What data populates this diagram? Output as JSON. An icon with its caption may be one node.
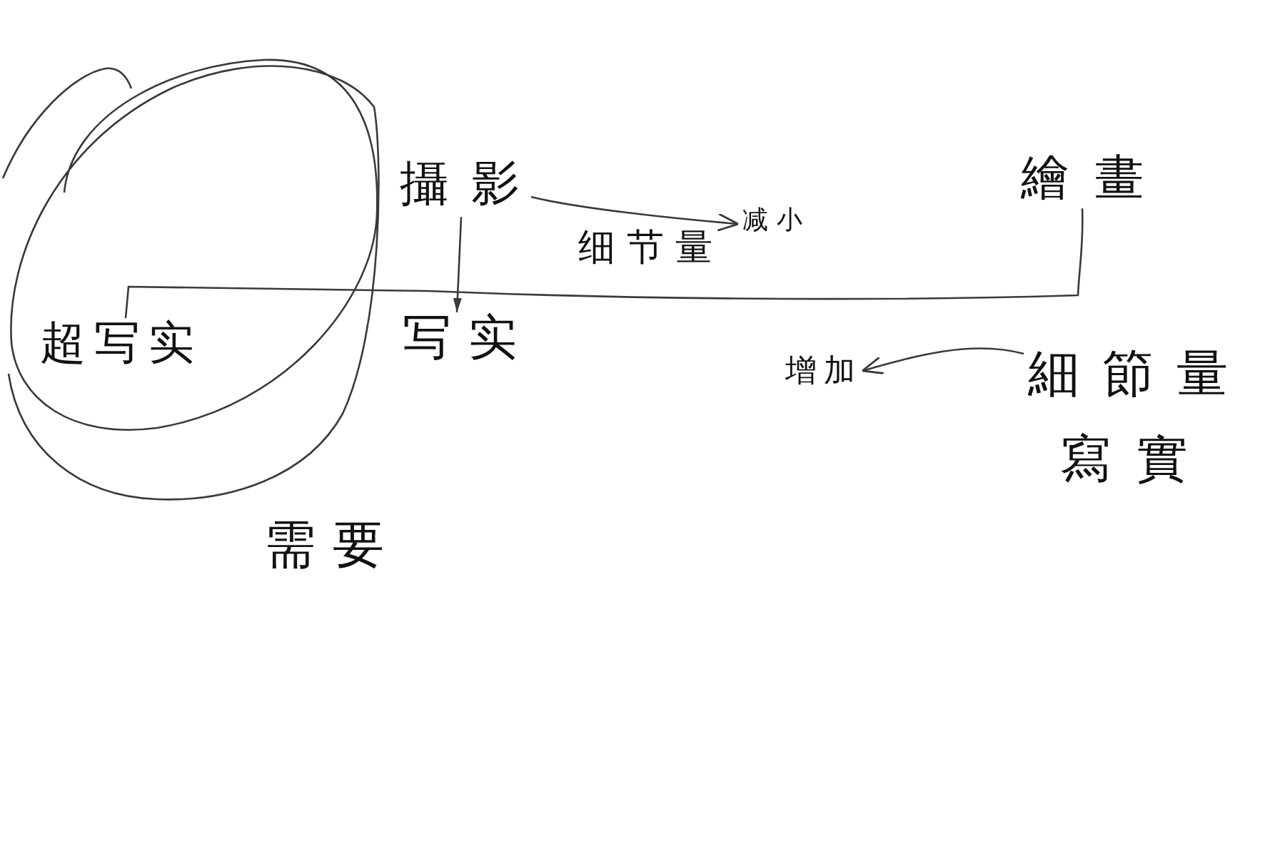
{
  "diagram": {
    "nodes": [
      {
        "text": [],
        "shape": "circle"
      },
      {
        "text": [
          "攝影"
        ]
      },
      {
        "text": [
          "繪畫"
        ]
      },
      {
        "text": [
          "减小"
        ]
      },
      {
        "text": [
          "超写实"
        ],
        "in": 0
      },
      {
        "text": [
          "写实"
        ]
      },
      {
        "text": [
          "增加"
        ]
      },
      {
        "text": [
          "細節量"
        ]
      }
    ],
    "edges": [
      {
        "from": 2,
        "to": 4,
        "arrow": "none"
      },
      {
        "from": 1,
        "to": 5,
        "arrow": "to"
      },
      {
        "from": 1,
        "to": 3,
        "arrow": "to",
        "label": "细节量"
      },
      {
        "from": 7,
        "to": 6,
        "arrow": "to"
      }
    ],
    "labels": [
      "寫實",
      "需要"
    ]
  }
}
